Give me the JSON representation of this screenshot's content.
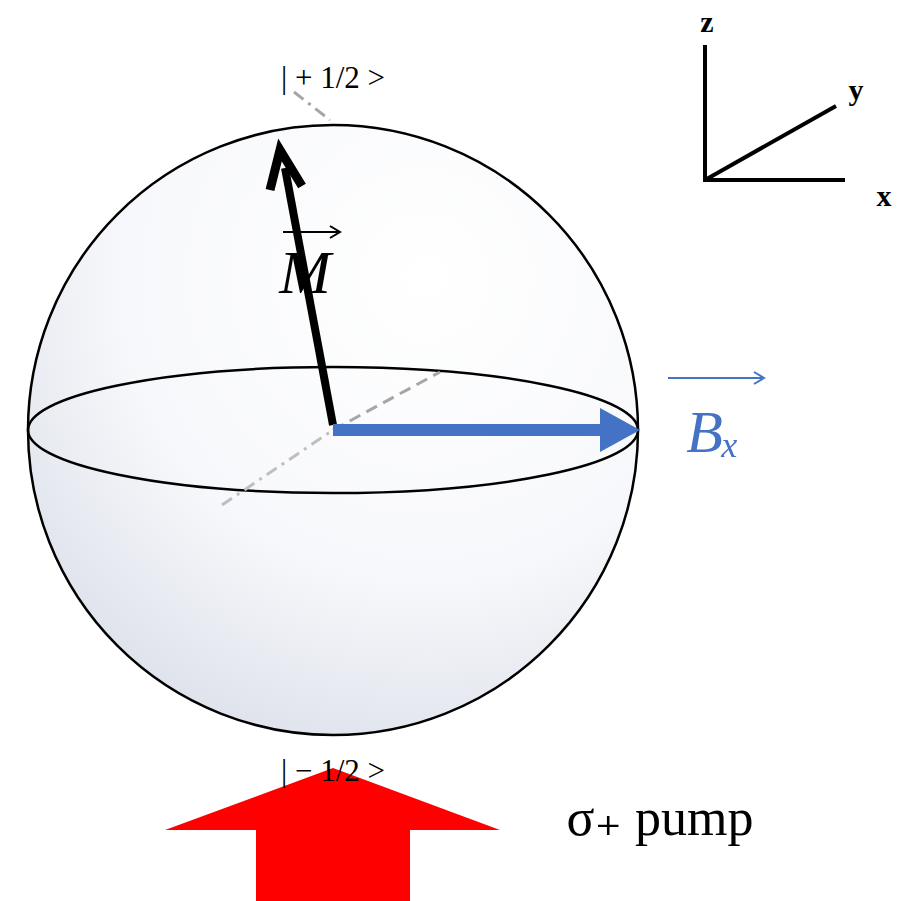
{
  "diagram": {
    "labels": [
      "| + 1/2 >",
      "| − 1/2 >",
      "M",
      "Bₓ",
      "σ₊ pump",
      "z",
      "y",
      "x"
    ]
  }
}
